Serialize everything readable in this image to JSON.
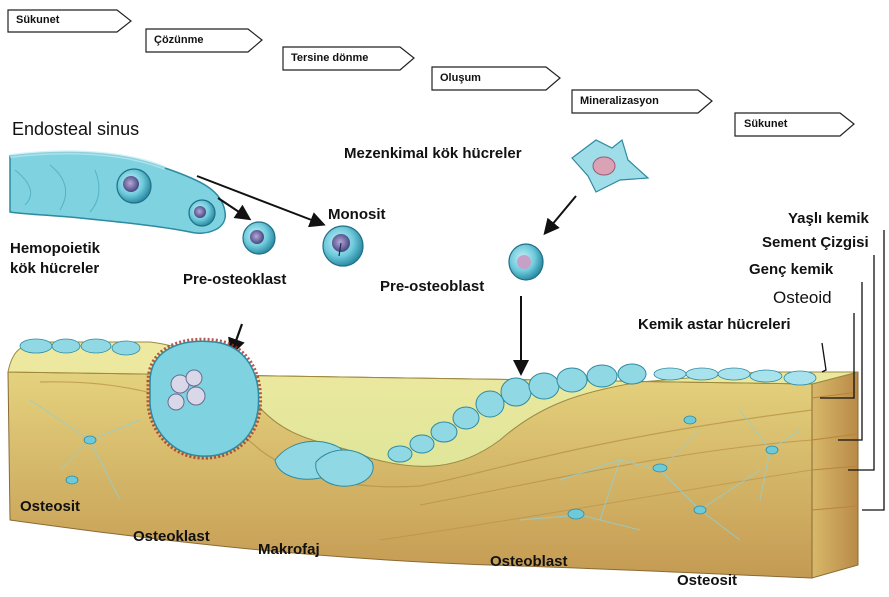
{
  "phases": [
    "Sükunet",
    "Çözünme",
    "Tersine dönme",
    "Oluşum",
    "Mineralizasyon",
    "Sükunet"
  ],
  "labels": {
    "endosteal_sinus": "Endosteal sinus",
    "hemopoietic_line1": "Hemopoietik",
    "hemopoietic_line2": "kök hücreler",
    "pre_osteoclast": "Pre-osteoklast",
    "monocyte": "Monosit",
    "mesenchymal": "Mezenkimal kök hücreler",
    "pre_osteoblast": "Pre-osteoblast",
    "old_bone": "Yaşlı kemik",
    "cement_line": "Sement Çizgisi",
    "young_bone": "Genç kemik",
    "osteoid": "Osteoid",
    "lining_cells": "Kemik astar hücreleri",
    "osteocyte_left": "Osteosit",
    "osteoclast": "Osteoklast",
    "macrophage": "Makrofaj",
    "osteoblast": "Osteoblast",
    "osteocyte_right": "Osteosit"
  },
  "colors": {
    "bone_surface": "#e9e08a",
    "bone_side": "#d8c878",
    "bone_front": "#c9a85a",
    "cell_blue": "#5fc6d8",
    "cell_dark": "#2f8aa0",
    "osteoclast_rim": "#a8322a"
  }
}
